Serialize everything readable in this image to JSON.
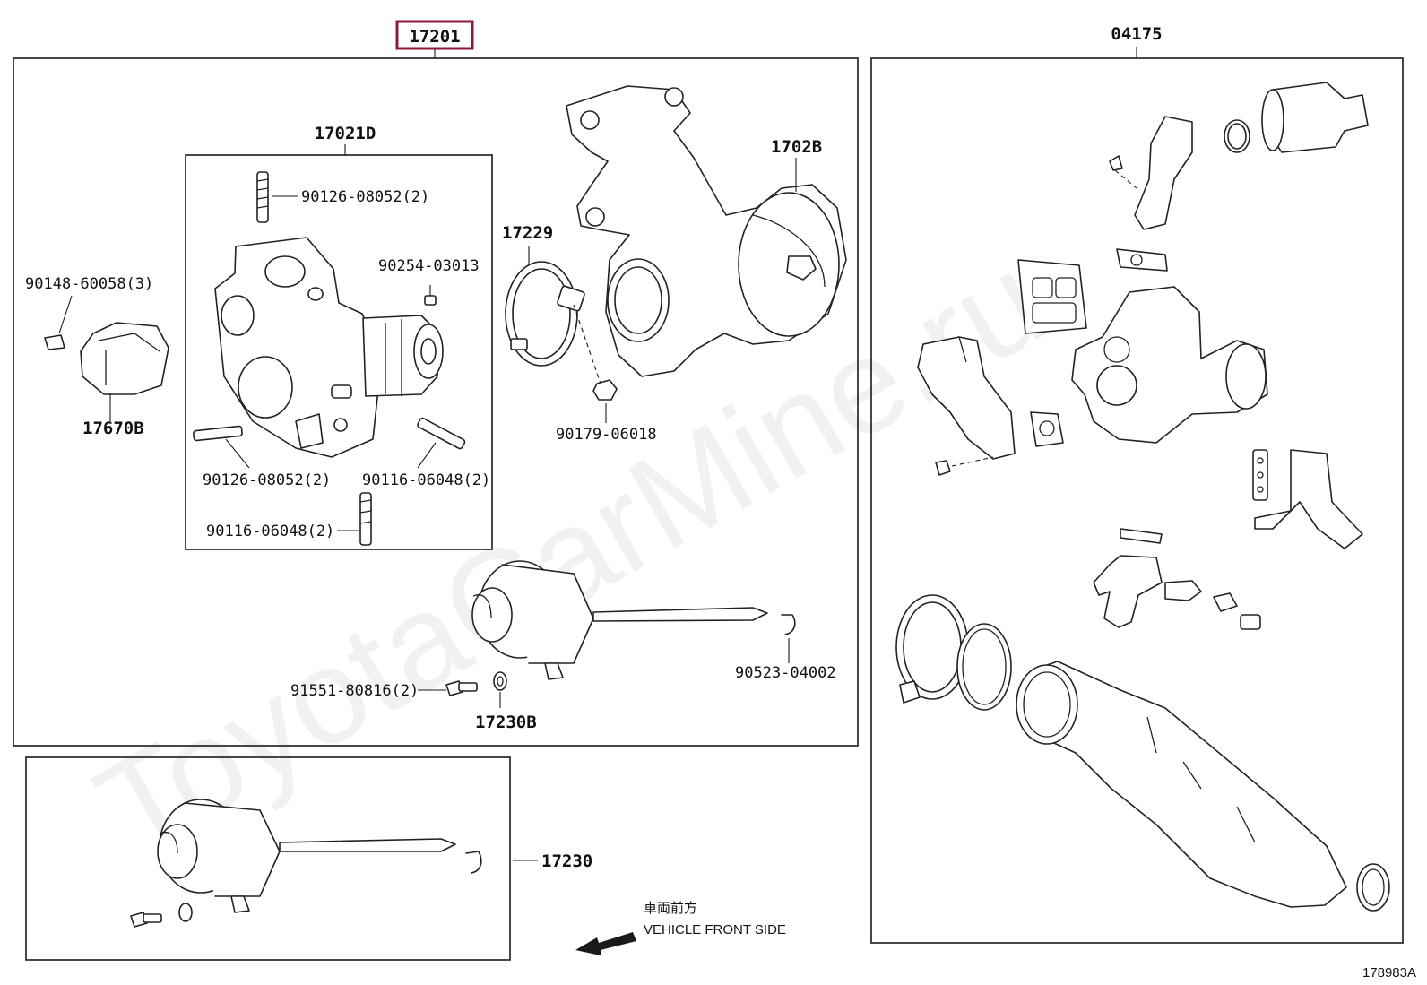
{
  "watermark": "ToyotaCarMine.ru",
  "part_numbers": {
    "main_assembly": "17201",
    "highlight_color": "#8b1a3a",
    "right_assembly": "04175",
    "bottom_actuator": "17230",
    "housing_subassembly": "17021D",
    "turbine_housing": "1702B",
    "clamp": "17229",
    "bracket": "17670B",
    "actuator_plate": "17230B",
    "stud_a": "90126-08052(2)",
    "stud_b": "90126-08052(2)",
    "pin": "90254-03013",
    "bolt_bracket": "90148-60058(3)",
    "stud_c": "90116-06048(2)",
    "stud_d": "90116-06048(2)",
    "nut": "90179-06018",
    "bolt_actuator": "91551-80816(2)",
    "clip": "90523-04002"
  },
  "direction": {
    "japanese": "車両前方",
    "english": "VEHICLE FRONT SIDE"
  },
  "figure_id": "178983A"
}
